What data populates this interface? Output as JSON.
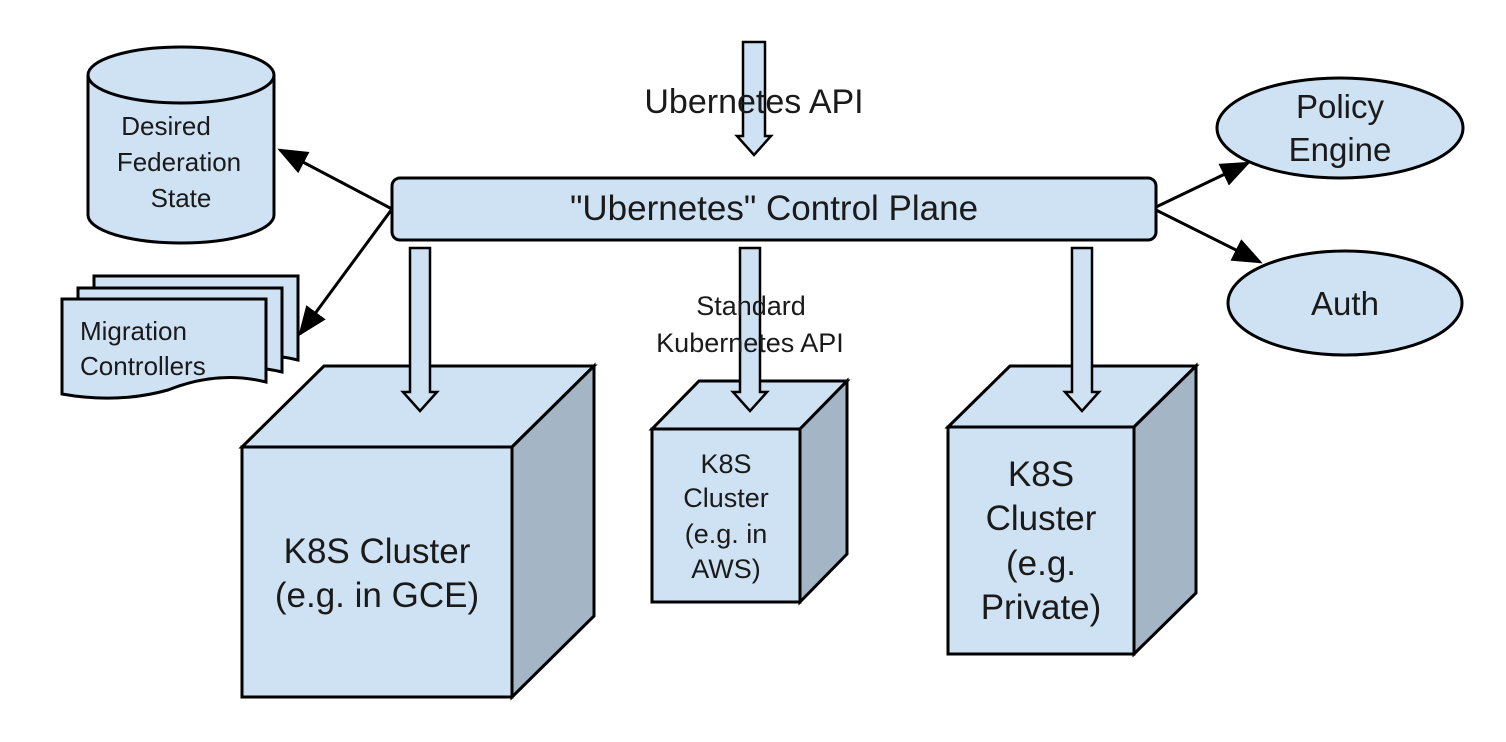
{
  "colors": {
    "fill": "#cfe2f3",
    "side": "#a4b5c6",
    "stroke": "#000000"
  },
  "labels": {
    "ubernetes_api": "Ubernetes API",
    "control_plane": "\"Ubernetes\" Control Plane",
    "desired_state": [
      "Desired",
      "Federation",
      "State"
    ],
    "migration": [
      "Migration",
      "Controllers"
    ],
    "policy": [
      "Policy",
      "Engine"
    ],
    "auth": "Auth",
    "standard_api": [
      "Standard",
      "Kubernetes API"
    ],
    "cluster_gce": [
      "K8S Cluster",
      "(e.g. in GCE)"
    ],
    "cluster_aws": [
      "K8S",
      "Cluster",
      "(e.g. in",
      "AWS)"
    ],
    "cluster_private": [
      "K8S",
      "Cluster",
      "(e.g.",
      "Private)"
    ]
  }
}
